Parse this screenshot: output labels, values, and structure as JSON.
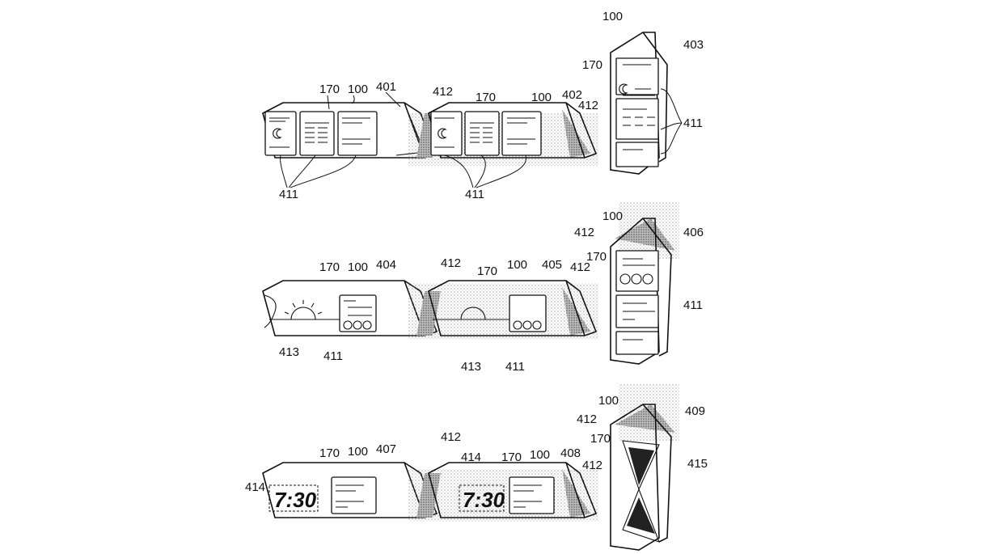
{
  "figure": {
    "description": "Patent drawing of foldable device (100) in nine folded states 401-409",
    "panels": [
      {
        "id": "401",
        "labels": {
          "device": "100",
          "display": "170",
          "regions": "411",
          "state": "401"
        },
        "shaded": false,
        "orientation": "tent-landscape",
        "content": "three-pane"
      },
      {
        "id": "402",
        "labels": {
          "device": "100",
          "display": "170",
          "regions": "411",
          "state": "402",
          "shade_left": "412",
          "shade_right": "412"
        },
        "shaded": true,
        "orientation": "tent-landscape",
        "content": "three-pane"
      },
      {
        "id": "403",
        "labels": {
          "device": "100",
          "display": "170",
          "regions": "411",
          "state": "403"
        },
        "shaded": false,
        "orientation": "tent-portrait",
        "content": "three-pane-vertical"
      },
      {
        "id": "404",
        "labels": {
          "device": "100",
          "display": "170",
          "regions": "411",
          "background": "413",
          "state": "404"
        },
        "shaded": false,
        "orientation": "tent-landscape",
        "content": "sun-widget"
      },
      {
        "id": "405",
        "labels": {
          "device": "100",
          "display": "170",
          "regions": "411",
          "background": "413",
          "state": "405",
          "shade_left": "412",
          "shade_right": "412"
        },
        "shaded": true,
        "orientation": "tent-landscape",
        "content": "sun-widget"
      },
      {
        "id": "406",
        "labels": {
          "device": "100",
          "display": "170",
          "regions": "411",
          "state": "406",
          "shade": "412"
        },
        "shaded": true,
        "orientation": "tent-portrait",
        "content": "three-pane-vertical-circles"
      },
      {
        "id": "407",
        "labels": {
          "device": "100",
          "display": "170",
          "clock_region": "414",
          "state": "407"
        },
        "shaded": false,
        "orientation": "tent-landscape",
        "content": "clock",
        "clock_text": "7:30"
      },
      {
        "id": "408",
        "labels": {
          "device": "100",
          "display": "170",
          "clock_region": "414",
          "state": "408",
          "shade_left": "412",
          "shade_right": "412"
        },
        "shaded": true,
        "orientation": "tent-landscape",
        "content": "clock",
        "clock_text": "7:30"
      },
      {
        "id": "409",
        "labels": {
          "device": "100",
          "display": "170",
          "hourglass": "415",
          "state": "409",
          "shade": "412"
        },
        "shaded": true,
        "orientation": "tent-portrait",
        "content": "hourglass"
      }
    ]
  }
}
